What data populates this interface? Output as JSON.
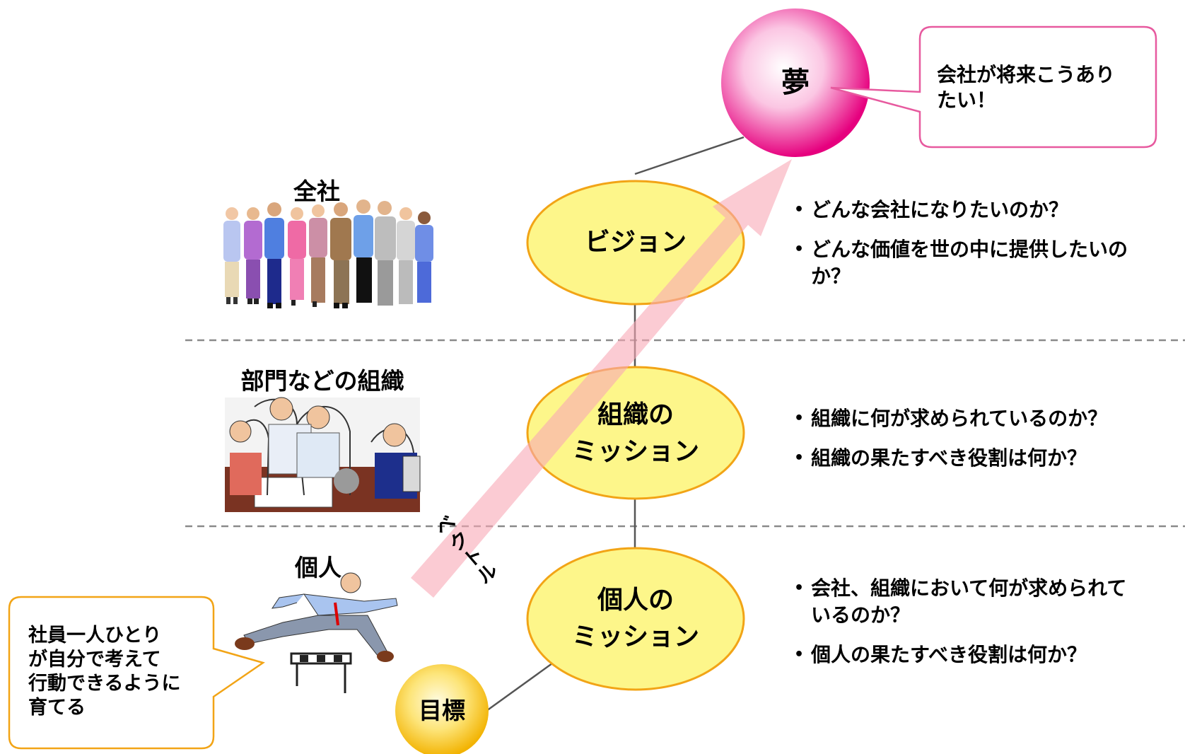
{
  "dream": {
    "label": "夢",
    "callout": "会社が将来こうありたい！",
    "callout_lines": [
      "会社が将来こうあり",
      "たい！"
    ]
  },
  "levels": [
    {
      "section_label": "全社",
      "ellipse_lines": [
        "ビジョン"
      ],
      "questions": [
        "どんな会社になりたいのか？",
        "どんな価値を世の中に提供したいのか？"
      ]
    },
    {
      "section_label": "部門などの組織",
      "ellipse_lines": [
        "組織の",
        "ミッション"
      ],
      "questions": [
        "組織に何が求められているのか？",
        "組織の果たすべき役割は何か？"
      ]
    },
    {
      "section_label": "個人",
      "ellipse_lines": [
        "個人の",
        "ミッション"
      ],
      "questions": [
        "会社、組織において何が求められているのか？",
        "個人の果たすべき役割は何か？"
      ]
    }
  ],
  "goal": {
    "label": "目標"
  },
  "vector_label": "ベクトル",
  "individual_callout": {
    "lines": [
      "社員一人ひとり",
      "が自分で考えて",
      "行動できるように",
      "育てる"
    ]
  },
  "colors": {
    "dream_pink": "#e6007e",
    "ellipse_fill": "#fdf68a",
    "ellipse_stroke": "#f2a416",
    "goal_yellow": "#f6c200",
    "arrow_pink": "#f9a9b5",
    "callout_pink": "#e75a9f",
    "callout_orange": "#f2a416",
    "divider": "#888888"
  }
}
